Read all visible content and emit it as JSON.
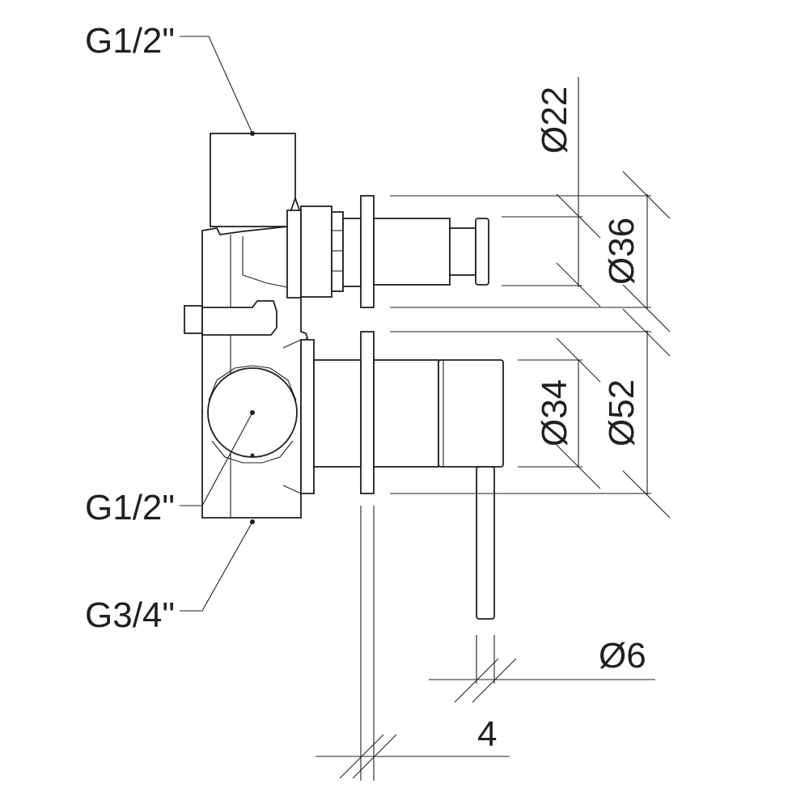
{
  "labels": {
    "thread_top": "G1/2\"",
    "thread_middle": "G1/2\"",
    "thread_bottom": "G3/4\"",
    "dia_22": "Ø22",
    "dia_36": "Ø36",
    "dia_34": "Ø34",
    "dia_52": "Ø52",
    "dia_6": "Ø6",
    "dim_4": "4"
  },
  "colors": {
    "line": "#231f20",
    "background": "#ffffff"
  }
}
